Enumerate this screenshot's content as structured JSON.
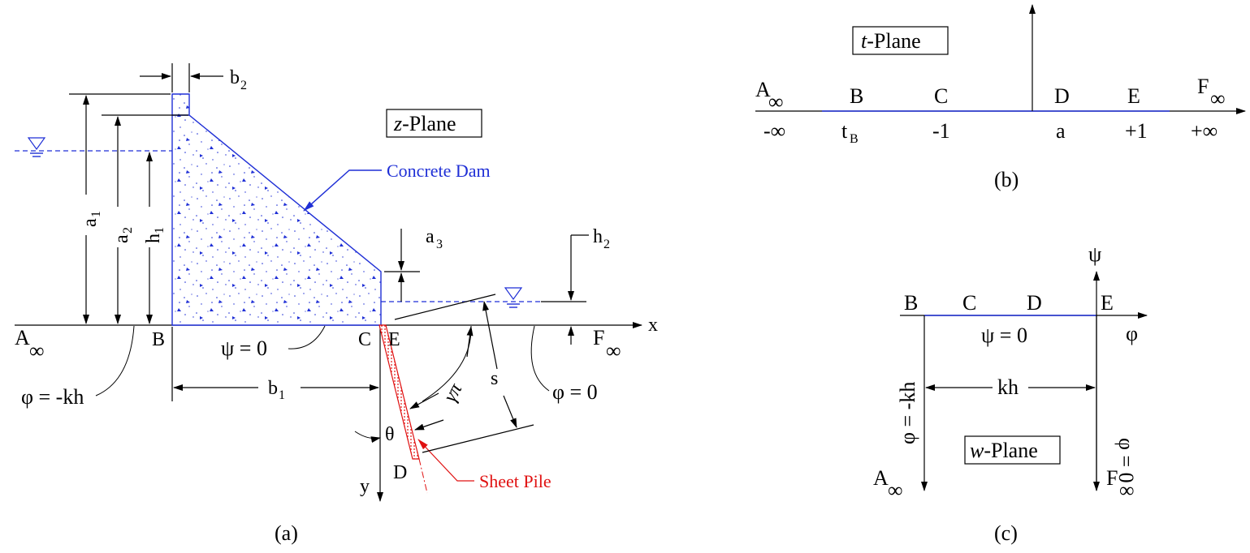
{
  "panel_a": {
    "caption": "(a)",
    "plane_label": {
      "italic": "z",
      "rest": "-Plane"
    },
    "dam_label": "Concrete Dam",
    "pile_label": "Sheet Pile",
    "points": {
      "A": "A",
      "A_sub": "∞",
      "B": "B",
      "C": "C",
      "E": "E",
      "F": "F",
      "F_sub": "∞",
      "D": "D"
    },
    "axes": {
      "x": "x",
      "y": "y"
    },
    "dims": {
      "a1": "a",
      "a1_sub": "1",
      "a2": "a",
      "a2_sub": "2",
      "h1": "h",
      "h1_sub": "1",
      "b2": "b",
      "b2_sub": "2",
      "a3": "a",
      "a3_sub": "3",
      "h2": "h",
      "h2_sub": "2",
      "b1": "b",
      "b1_sub": "1",
      "s": "s",
      "theta": "θ",
      "gamma_pi": "γπ"
    },
    "eq_psi": "ψ = 0",
    "eq_phi_left": "φ = -kh",
    "eq_phi_right": "φ = 0",
    "colors": {
      "dam": "#1f2fd6",
      "pile": "#e01010"
    }
  },
  "panel_b": {
    "caption": "(b)",
    "plane_label": {
      "italic": "t",
      "rest": "-Plane"
    },
    "points": [
      "A",
      "B",
      "C",
      "D",
      "E",
      "F"
    ],
    "infinity_sub": "∞",
    "values": [
      "-∞",
      "t",
      "-1",
      "a",
      "+1",
      "+∞"
    ],
    "tB_sub": "B"
  },
  "panel_c": {
    "caption": "(c)",
    "plane_label": {
      "italic": "w",
      "rest": "-Plane"
    },
    "points": [
      "B",
      "C",
      "D",
      "E"
    ],
    "A": "A",
    "F": "F",
    "infinity_sub": "∞",
    "axis_psi": "ψ",
    "axis_phi": "φ",
    "eq_psi": "ψ = 0",
    "eq_phi_left": "φ = -kh",
    "eq_phi_right": "φ = 0",
    "kh": "kh"
  }
}
